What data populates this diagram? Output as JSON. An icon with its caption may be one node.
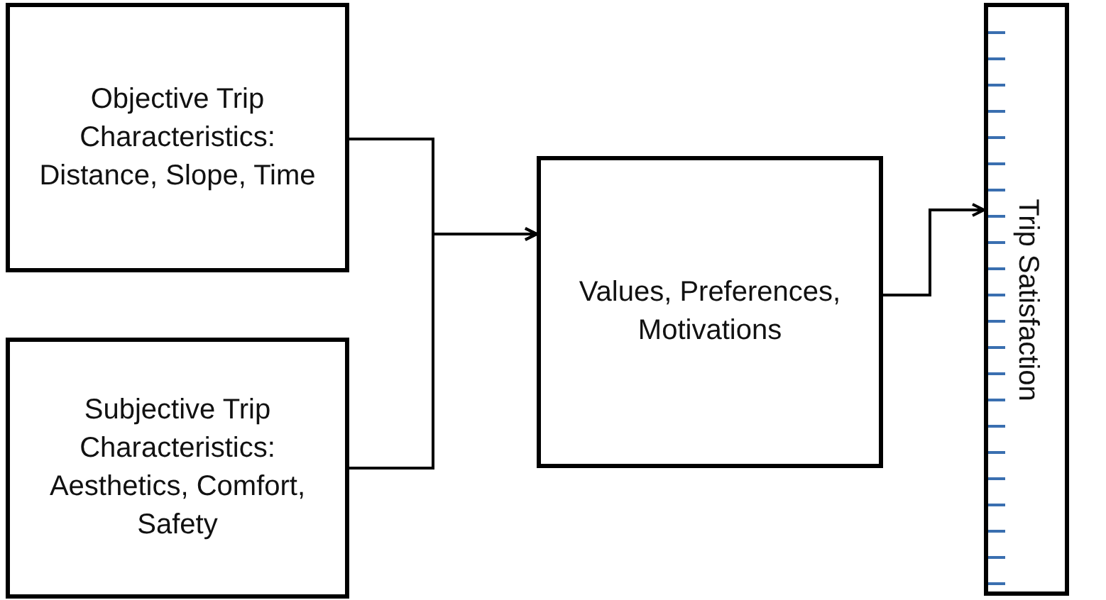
{
  "diagram": {
    "nodes": [
      {
        "text": [
          "Objective Trip Characteristics: Distance, Slope, Time"
        ]
      },
      {
        "text": [
          "Subjective Trip Characteristics: Aesthetics, Comfort, Safety"
        ]
      },
      {
        "text": [
          "Values, Preferences, Motivations"
        ]
      },
      {
        "text": [
          "Trip Satisfaction"
        ]
      }
    ],
    "edges": [
      {
        "from": 0,
        "to": 2,
        "arrow": "to"
      },
      {
        "from": 1,
        "to": 2,
        "arrow": "to"
      },
      {
        "from": 2,
        "to": 3,
        "arrow": "to"
      }
    ]
  }
}
